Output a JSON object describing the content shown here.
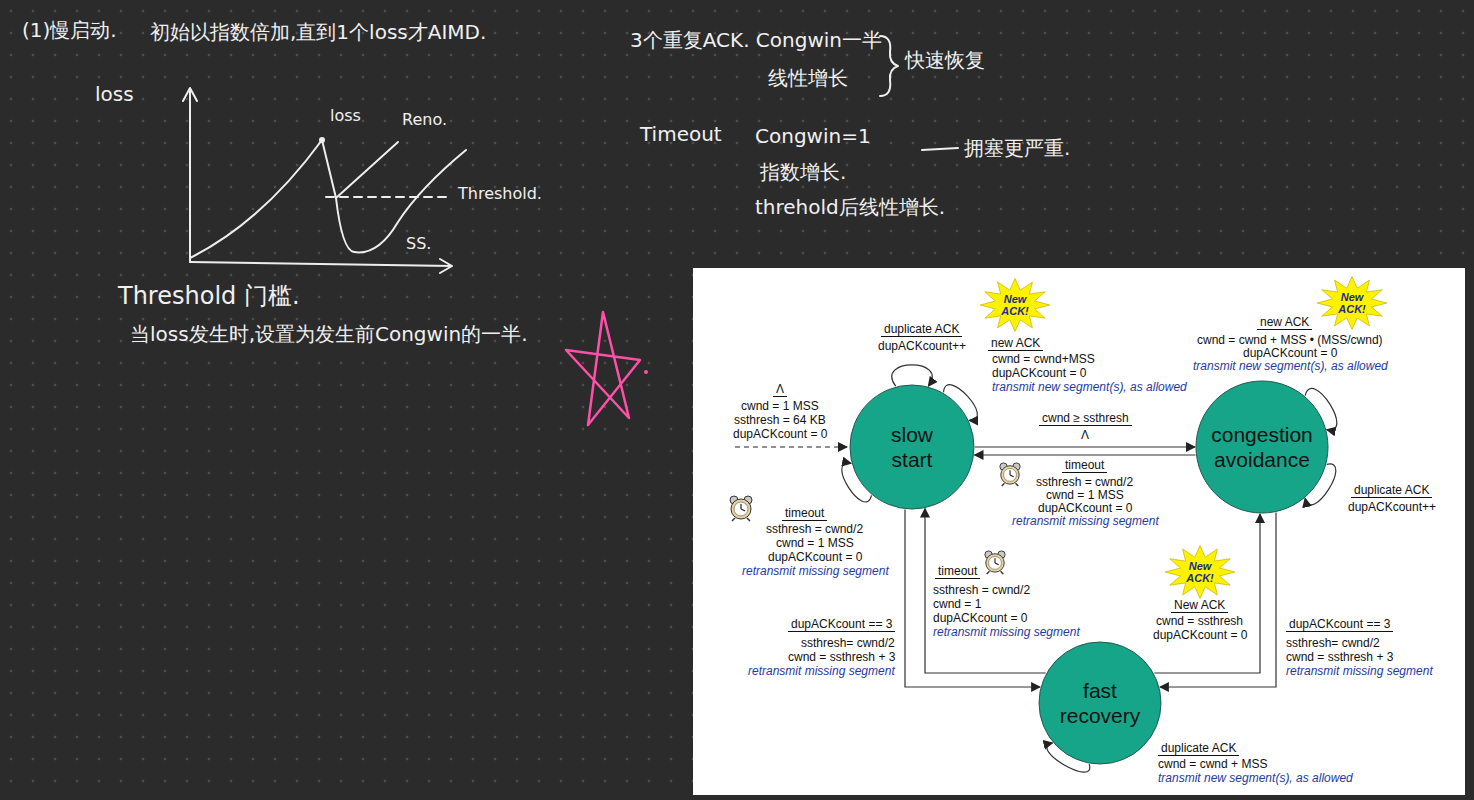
{
  "diagram": {
    "nodes": [
      {
        "text": [
          "slow start"
        ]
      },
      {
        "text": [
          "congestion avoidance"
        ]
      },
      {
        "text": [
          "fast recovery"
        ]
      }
    ],
    "edges": [
      {
        "from": 0,
        "to": 1,
        "arrow": "to",
        "label": "cwnd ≥ ssthresh"
      },
      {
        "from": 1,
        "to": 0,
        "arrow": "to",
        "label": "timeout"
      },
      {
        "from": 0,
        "to": 2,
        "arrow": "to",
        "label": "dupACKcount == 3"
      },
      {
        "from": 2,
        "to": 0,
        "arrow": "to",
        "label": "timeout"
      },
      {
        "from": 2,
        "to": 1,
        "arrow": "to",
        "label": "New ACK"
      },
      {
        "from": 1,
        "to": 2,
        "arrow": "to",
        "label": "dupACKcount == 3"
      },
      {
        "from": 0,
        "to": 0,
        "arrow": "to",
        "label": "duplicate ACK"
      },
      {
        "from": 0,
        "to": 0,
        "arrow": "to",
        "label": "new ACK"
      },
      {
        "from": 0,
        "to": 0,
        "arrow": "to",
        "label": "timeout"
      },
      {
        "from": 1,
        "to": 1,
        "arrow": "to",
        "label": "new ACK"
      },
      {
        "from": 1,
        "to": 1,
        "arrow": "to",
        "label": "duplicate ACK"
      },
      {
        "from": 2,
        "to": 2,
        "arrow": "to",
        "label": "duplicate ACK"
      }
    ],
    "labels": [
      "(1)慢启动.",
      "初始以指数倍加,直到1个loss才AIMD.",
      "loss",
      "loss",
      "Reno.",
      "Threshold.",
      "SS.",
      "Threshold 门槛.",
      "当loss发生时,设置为发生前Congwin的一半.",
      "3个重复ACK. Congwin一半",
      "线性增长",
      "快速恢复",
      "Timeout",
      "Congwin=1",
      "指数增长.",
      "threhold后线性增长.",
      "拥塞更严重.",
      "Λ",
      "cwnd = 1 MSS",
      "ssthresh = 64 KB",
      "dupACKcount = 0",
      "dupACKcount++",
      "New ACK!",
      "cwnd = cwnd+MSS",
      "dupACKcount = 0",
      "transmit new segment(s), as allowed",
      "Λ",
      "ssthresh = cwnd/2",
      "cwnd = 1 MSS",
      "dupACKcount = 0",
      "retransmit missing segment",
      "New ACK!",
      "cwnd = cwnd + MSS • (MSS/cwnd)",
      "dupACKcount = 0",
      "transmit new segment(s), as allowed",
      "dupACKcount++",
      "ssthresh = cwnd/2",
      "cwnd = 1 MSS",
      "dupACKcount = 0",
      "retransmit missing segment",
      "ssthresh = cwnd/2",
      "cwnd = 1",
      "dupACKcount = 0",
      "retransmit missing segment",
      "New ACK!",
      "cwnd = ssthresh",
      "dupACKcount = 0",
      "ssthresh= cwnd/2",
      "cwnd = ssthresh + 3",
      "retransmit missing segment",
      "ssthresh= cwnd/2",
      "cwnd = ssthresh + 3",
      "retransmit missing segment",
      "cwnd = cwnd + MSS",
      "transmit new segment(s), as allowed"
    ]
  }
}
